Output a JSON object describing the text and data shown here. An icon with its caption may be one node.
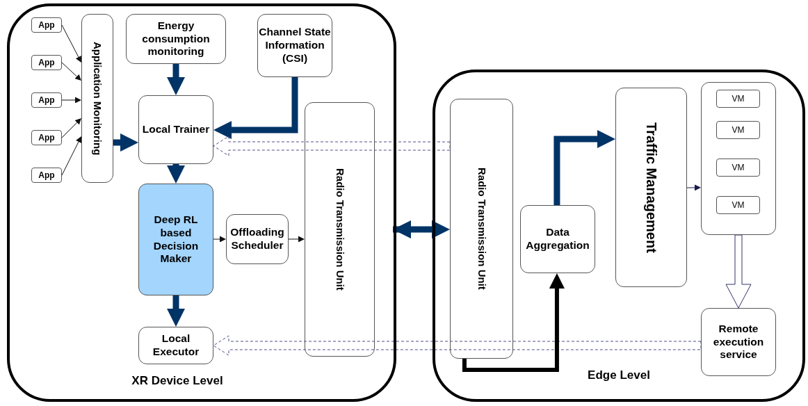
{
  "diagram": {
    "nodes": [
      {
        "text": [
          "XR Device Level"
        ]
      },
      {
        "text": [
          "App"
        ],
        "in": 0
      },
      {
        "text": [
          "App"
        ],
        "in": 0
      },
      {
        "text": [
          "App"
        ],
        "in": 0
      },
      {
        "text": [
          "App"
        ],
        "in": 0
      },
      {
        "text": [
          "App"
        ],
        "in": 0
      },
      {
        "text": [
          "Application Monitoring"
        ],
        "in": 0
      },
      {
        "text": [
          "Energy consumption monitoring"
        ],
        "in": 0
      },
      {
        "text": [
          "Channel State Information (CSI)"
        ],
        "in": 0
      },
      {
        "text": [
          "Local Trainer"
        ],
        "in": 0
      },
      {
        "text": [
          "Deep RL based Decision Maker"
        ],
        "in": 0
      },
      {
        "text": [
          "Offloading Scheduler"
        ],
        "in": 0
      },
      {
        "text": [
          "Local Executor"
        ],
        "in": 0
      },
      {
        "text": [
          "Radio Transmission Unit"
        ],
        "in": 0
      },
      {
        "text": [
          "Edge Level"
        ]
      },
      {
        "text": [
          "Radio Transmission Unit"
        ],
        "in": 14
      },
      {
        "text": [
          "Data Aggregation"
        ],
        "in": 14
      },
      {
        "text": [
          "Traffic Management"
        ],
        "in": 14
      },
      {
        "text": [],
        "shape": "box",
        "in": 14
      },
      {
        "text": [
          "VM"
        ],
        "in": 18
      },
      {
        "text": [
          "VM"
        ],
        "in": 18
      },
      {
        "text": [
          "VM"
        ],
        "in": 18
      },
      {
        "text": [
          "VM"
        ],
        "in": 18
      },
      {
        "text": [
          "Remote execution service"
        ],
        "in": 14
      }
    ],
    "edges": [
      {
        "from": 1,
        "to": 6,
        "arrow": "to"
      },
      {
        "from": 2,
        "to": 6,
        "arrow": "to"
      },
      {
        "from": 3,
        "to": 6,
        "arrow": "to"
      },
      {
        "from": 4,
        "to": 6,
        "arrow": "to"
      },
      {
        "from": 5,
        "to": 6,
        "arrow": "to"
      },
      {
        "from": 6,
        "to": 9,
        "arrow": "to",
        "style": "thick",
        "color": "#003366"
      },
      {
        "from": 7,
        "to": 9,
        "arrow": "to",
        "style": "thick",
        "color": "#003366"
      },
      {
        "from": 8,
        "to": 9,
        "arrow": "to",
        "style": "thick",
        "color": "#003366"
      },
      {
        "from": 9,
        "to": 10,
        "arrow": "to",
        "style": "thick",
        "color": "#003366"
      },
      {
        "from": 10,
        "to": 12,
        "arrow": "to",
        "style": "thick",
        "color": "#003366"
      },
      {
        "from": 10,
        "to": 11,
        "arrow": "to"
      },
      {
        "from": 11,
        "to": 13,
        "arrow": "to"
      },
      {
        "from": 13,
        "to": 15,
        "arrow": "both",
        "style": "thick",
        "color": "#003366"
      },
      {
        "from": 15,
        "to": 9,
        "arrow": "to",
        "style": "dashed",
        "color": "#4d4d8c"
      },
      {
        "from": 23,
        "to": 12,
        "arrow": "to",
        "style": "dashed",
        "color": "#4d4d8c"
      },
      {
        "from": 15,
        "to": 16,
        "arrow": "to",
        "style": "thick"
      },
      {
        "from": 16,
        "to": 17,
        "arrow": "to",
        "style": "thick",
        "color": "#003366"
      },
      {
        "from": 17,
        "to": 18,
        "arrow": "to",
        "color": "#1a1a4d"
      },
      {
        "from": 18,
        "to": 23,
        "arrow": "to",
        "style": "thick",
        "color": "#33336b"
      }
    ]
  }
}
